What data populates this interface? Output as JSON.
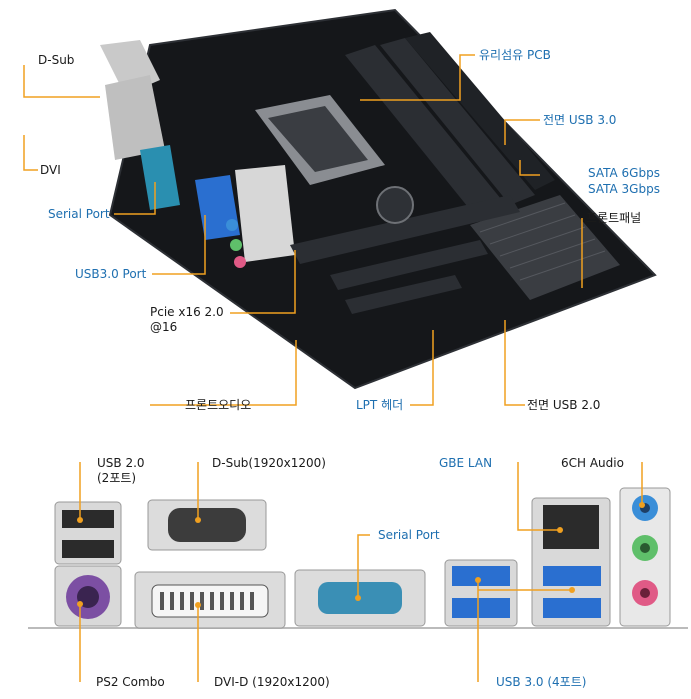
{
  "colors": {
    "leader_line": "#f0a020",
    "label_dark": "#1a1a1a",
    "label_blue": "#1e6fb0",
    "board": "#15171a",
    "usb3_port": "#2a6fd0",
    "serial_port": "#2a8fb0",
    "audio_blue": "#3a8ed8",
    "audio_green": "#5fbf6a",
    "audio_pink": "#e05a86"
  },
  "board_callouts": {
    "dsub": "D-Sub",
    "dvi": "DVI",
    "serial_port": "Serial Port",
    "usb30_port": "USB3.0 Port",
    "pcie": "Pcie x16 2.0\n@16",
    "front_audio": "프론트오디오",
    "lpt_header": "LPT 헤더",
    "front_usb20": "전면 USB 2.0",
    "glass_fiber_pcb": "유리섬유 PCB",
    "front_usb30": "전면 USB 3.0",
    "sata6": "SATA 6Gbps",
    "sata3": "SATA 3Gbps",
    "front_panel": "프론트패널"
  },
  "io_callouts": {
    "usb20": "USB 2.0\n(2포트)",
    "dsub": "D-Sub(1920x1200)",
    "gbe_lan": "GBE LAN",
    "audio": "6CH Audio",
    "serial_port": "Serial Port",
    "ps2": "PS2 Combo",
    "dvid": "DVI-D (1920x1200)",
    "usb30": "USB 3.0 (4포트)"
  },
  "icons": [
    "motherboard-board",
    "cpu-socket",
    "dimm-slot",
    "pcie-slot",
    "usb-port",
    "vga-port",
    "dvi-port",
    "serial-port",
    "ps2-port",
    "rj45-port",
    "audio-jack"
  ]
}
